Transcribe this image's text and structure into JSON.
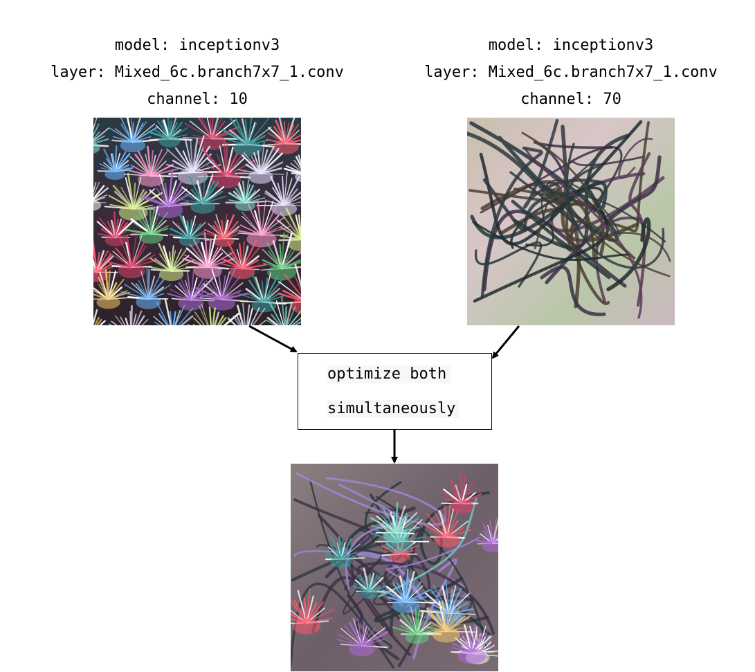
{
  "left": {
    "model": "model: inceptionv3",
    "layer": "layer: Mixed_6c.branch7x7_1.conv",
    "channel": "channel: 10"
  },
  "right": {
    "model": "model: inceptionv3",
    "layer": "layer: Mixed_6c.branch7x7_1.conv",
    "channel": "channel: 70"
  },
  "box": {
    "line1": "optimize both",
    "line2": "simultaneously"
  },
  "colors": {
    "arrow": "#000000",
    "box_border": "#000000",
    "box_text_bg": "#f6f7f9"
  }
}
